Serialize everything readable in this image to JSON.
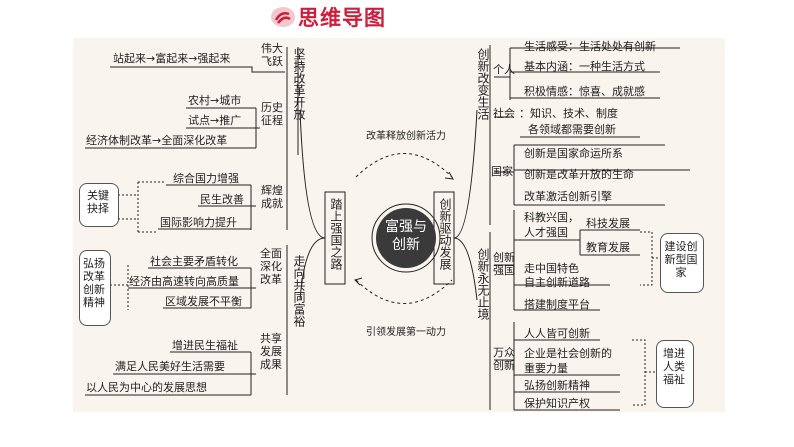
{
  "title": "思维导图",
  "center": "富强与创新",
  "spine_left": "踏上强国之路",
  "spine_right": "创新驱动发展",
  "arc_top": "改革释放创新活力",
  "arc_bottom": "引领发展第一动力",
  "left": {
    "b1": "坚持改革开放",
    "b1_s1": "伟大飞跃",
    "b1_s1_i1": "站起来→富起来→强起来",
    "b1_s2": "历史征程",
    "b1_s2_i1": "农村→城市",
    "b1_s2_i2": "试点→推广",
    "b1_s2_i3": "经济体制改革→全面深化改革",
    "b1_s3": "辉煌成就",
    "b1_s3_i1": "综合国力增强",
    "b1_s3_i2": "民生改善",
    "b1_s3_i3": "国际影响力提升",
    "b1_s3_tag": "关键抉择",
    "b2": "走向共同富裕",
    "b2_s1": "全面深化改革",
    "b2_s1_i1": "社会主要矛盾转化",
    "b2_s1_i2": "经济由高速转向高质量",
    "b2_s1_i3": "区域发展不平衡",
    "b2_s1_tag": "弘扬改革创新精神",
    "b2_s2": "共享发展成果",
    "b2_s2_i1": "增进民生福祉",
    "b2_s2_i2": "满足人民美好生活需要",
    "b2_s2_i3": "以人民为中心的发展思想"
  },
  "right": {
    "b1": "创新改变生活",
    "b1_s1": "个人",
    "b1_s1_i1": "生活感受：生活处处有创新",
    "b1_s1_i2": "基本内涵：一种生活方式",
    "b1_s1_i3": "积极情感：惊喜、成就感",
    "b1_s2": "社会",
    "b1_s2_i1": "：知识、技术、制度",
    "b1_s2_i1b": "各领域都需要创新",
    "b1_s3": "国家",
    "b1_s3_i1": "创新是国家命运所系",
    "b1_s3_i2": "创新是改革开放的生命",
    "b1_s3_i3": "改革激活创新引擎",
    "b2": "创新永无止境",
    "b2_s1": "创新强国",
    "b2_s1_i1a": "科教兴国，",
    "b2_s1_i1b": "人才强国",
    "b2_s1_i1c": "科技发展",
    "b2_s1_i1d": "教育发展",
    "b2_s1_i2a": "走中国特色",
    "b2_s1_i2b": "自主创新道路",
    "b2_s1_i3": "搭建制度平台",
    "b2_s1_tag": "建设创新型国家",
    "b2_s2": "万众创新",
    "b2_s2_i1": "人人皆可创新",
    "b2_s2_i2a": "企业是社会创新的",
    "b2_s2_i2b": "重要力量",
    "b2_s2_i3": "弘扬创新精神",
    "b2_s2_i4": "保护知识产权",
    "b2_s2_tag": "增进人类福祉"
  },
  "colors": {
    "title": "#cc1f3d",
    "panel": "#f9f4ee",
    "center_fill": "#3a3a3a",
    "line": "#222222"
  }
}
